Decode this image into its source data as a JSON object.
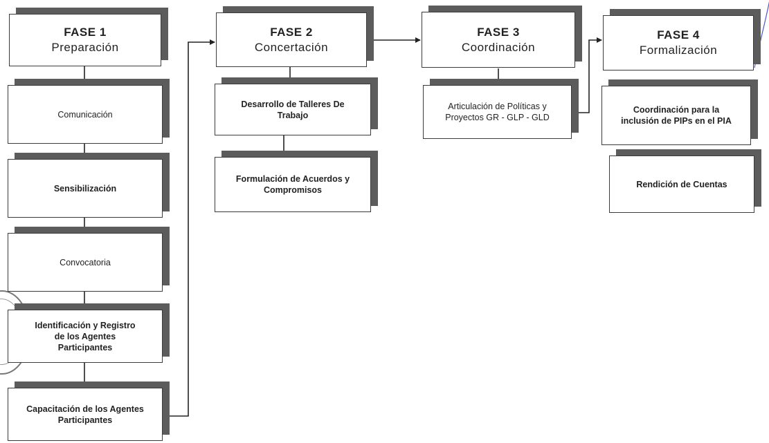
{
  "phases": [
    {
      "title": "FASE 1",
      "name": "Preparación"
    },
    {
      "title": "FASE 2",
      "name": "Concertación"
    },
    {
      "title": "FASE 3",
      "name": "Coordinación"
    },
    {
      "title": "FASE 4",
      "name": "Formalización"
    }
  ],
  "fase1_steps": [
    "Comunicación",
    "Sensibilización",
    "Convocatoria",
    "Identificación y Registro de los Agentes Participantes",
    "Capacitación de los Agentes Participantes"
  ],
  "fase2_steps": [
    "Desarrollo de Talleres De Trabajo",
    "Formulación de Acuerdos y Compromisos"
  ],
  "fase3_steps": [
    "Articulación de Políticas y Proyectos GR - GLP - GLD"
  ],
  "fase4_steps": [
    "Coordinación para la inclusión de PIPs en el PIA",
    "Rendición de Cuentas"
  ],
  "colors": {
    "box_border": "#3a3a3a",
    "shadow": "#5c5c5c",
    "arrow": "#222222",
    "text": "#222222"
  }
}
